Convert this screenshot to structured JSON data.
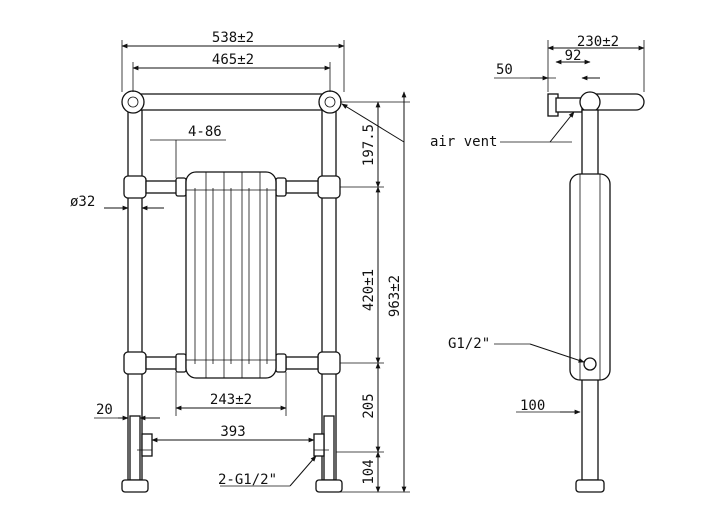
{
  "front_view": {
    "width_overall": "538±2",
    "width_rail": "465±2",
    "sections": "4-86",
    "pipe_diameter": "ø32",
    "rail_to_column": "197.5",
    "column_centres": "420±1",
    "height_overall": "963±2",
    "column_width": "243±2",
    "bottom_to_leg": "205",
    "leg_offset": "20",
    "leg_centres": "393",
    "leg_height": "104",
    "inlets": "2-G1/2\""
  },
  "side_view": {
    "depth_overall": "230±2",
    "offset_92": "92",
    "offset_50": "50",
    "wall_offset": "100"
  },
  "callouts": {
    "air_vent": "air vent",
    "thread": "G1/2\""
  }
}
